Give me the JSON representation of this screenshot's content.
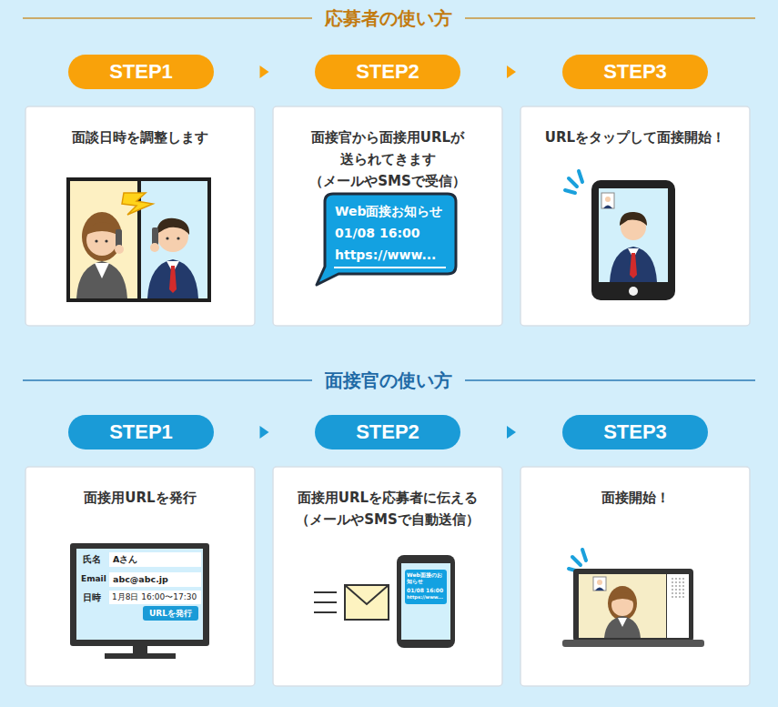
{
  "diagram": {
    "nodes": [
      {
        "text": [
          "STEP1"
        ]
      },
      {
        "text": [
          "STEP2"
        ]
      },
      {
        "text": [
          "STEP3"
        ]
      },
      {
        "text": [
          "面談日時を調整します"
        ]
      },
      {
        "text": [
          "面接官から面接用URLが 送られてきます （メールやSMSで受信）"
        ]
      },
      {
        "text": [
          "URLをタップして面接開始！"
        ]
      },
      {
        "text": [
          "STEP1"
        ]
      },
      {
        "text": [
          "STEP2"
        ]
      },
      {
        "text": [
          "STEP3"
        ]
      },
      {
        "text": [
          "面接用URLを発行"
        ]
      },
      {
        "text": [
          "面接用URLを応募者に伝える （メールやSMSで自動送信）"
        ]
      },
      {
        "text": [
          "面接開始！"
        ]
      }
    ],
    "edges": [
      {
        "from": 0,
        "to": 1,
        "arrow": "to"
      },
      {
        "from": 1,
        "to": 2,
        "arrow": "to"
      },
      {
        "from": 6,
        "to": 7,
        "arrow": "to"
      },
      {
        "from": 7,
        "to": 8,
        "arrow": "to"
      }
    ],
    "labels": [
      "応募者の使い方",
      "面接官の使い方",
      "Web面接お知らせ",
      "01/08 16:00",
      "https://www...",
      "氏名",
      "Aさん",
      "Email",
      "abc@abc.jp",
      "日時",
      "1月8日 16:00〜17:30",
      "URLを発行",
      "Web面接のお知らせ",
      "01/08 16:00",
      "https://www..."
    ]
  }
}
